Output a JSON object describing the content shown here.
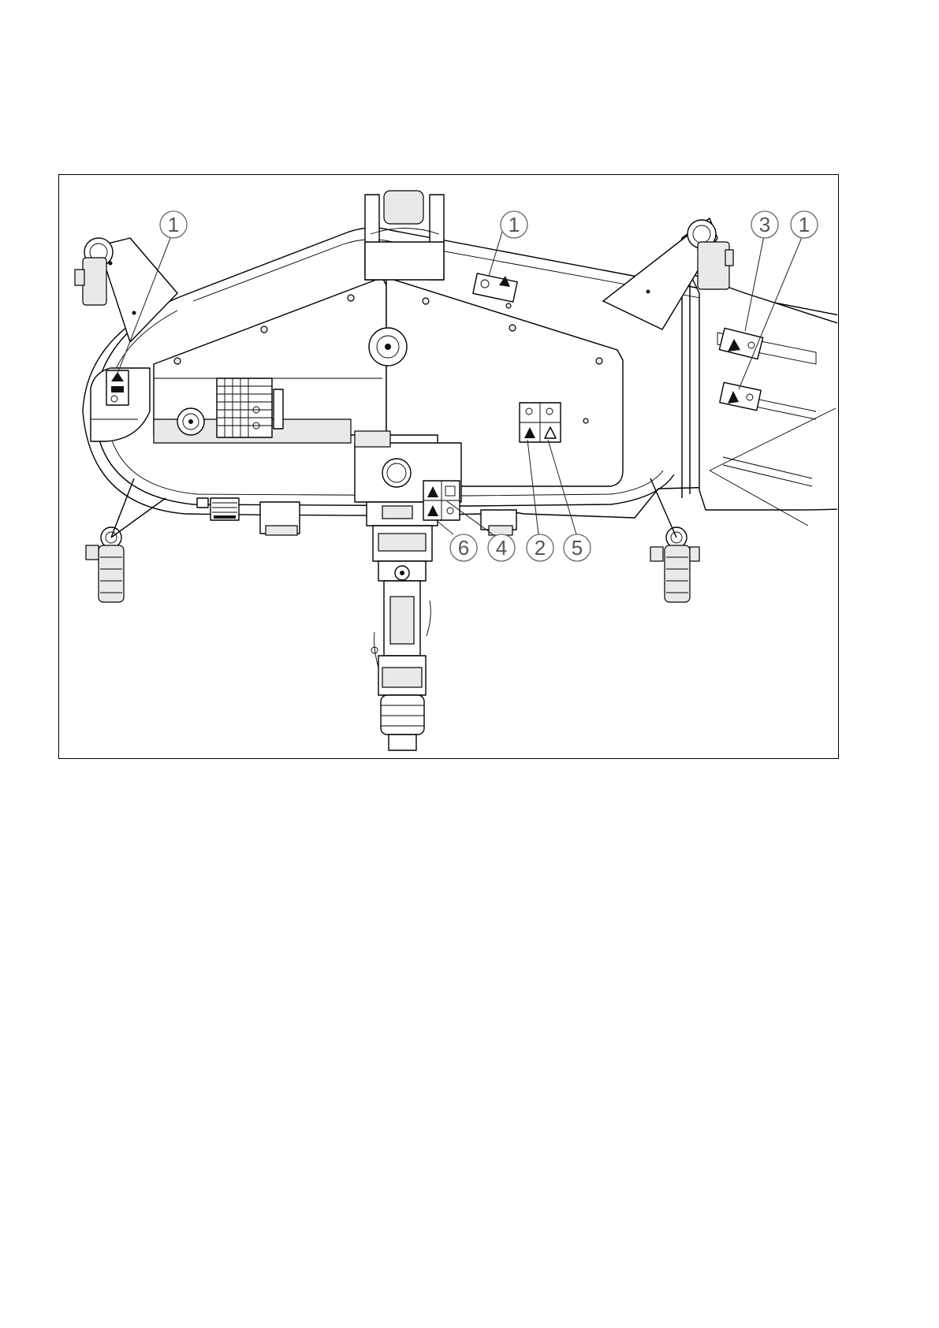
{
  "diagram": {
    "callouts": [
      {
        "id": "callout-1-left",
        "label": "1"
      },
      {
        "id": "callout-1-top",
        "label": "1"
      },
      {
        "id": "callout-3",
        "label": "3"
      },
      {
        "id": "callout-1-right",
        "label": "1"
      },
      {
        "id": "callout-6",
        "label": "6"
      },
      {
        "id": "callout-4",
        "label": "4"
      },
      {
        "id": "callout-2",
        "label": "2"
      },
      {
        "id": "callout-5",
        "label": "5"
      }
    ]
  }
}
